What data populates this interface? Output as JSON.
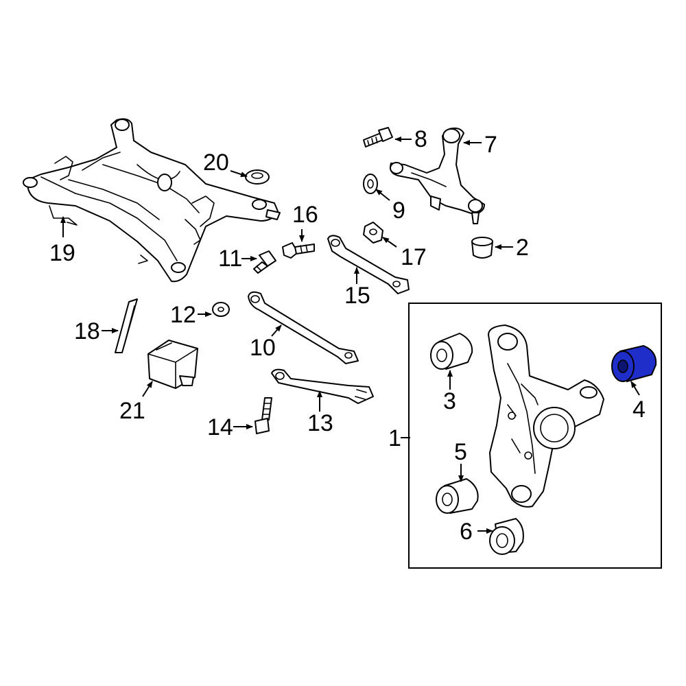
{
  "diagram": {
    "highlight_color": "#1f2ec8",
    "labels": {
      "p1": "1",
      "p2": "2",
      "p3": "3",
      "p4": "4",
      "p5": "5",
      "p6": "6",
      "p7": "7",
      "p8": "8",
      "p9": "9",
      "p10": "10",
      "p11": "11",
      "p12": "12",
      "p13": "13",
      "p14": "14",
      "p15": "15",
      "p16": "16",
      "p17": "17",
      "p18": "18",
      "p19": "19",
      "p20": "20",
      "p21": "21"
    }
  }
}
